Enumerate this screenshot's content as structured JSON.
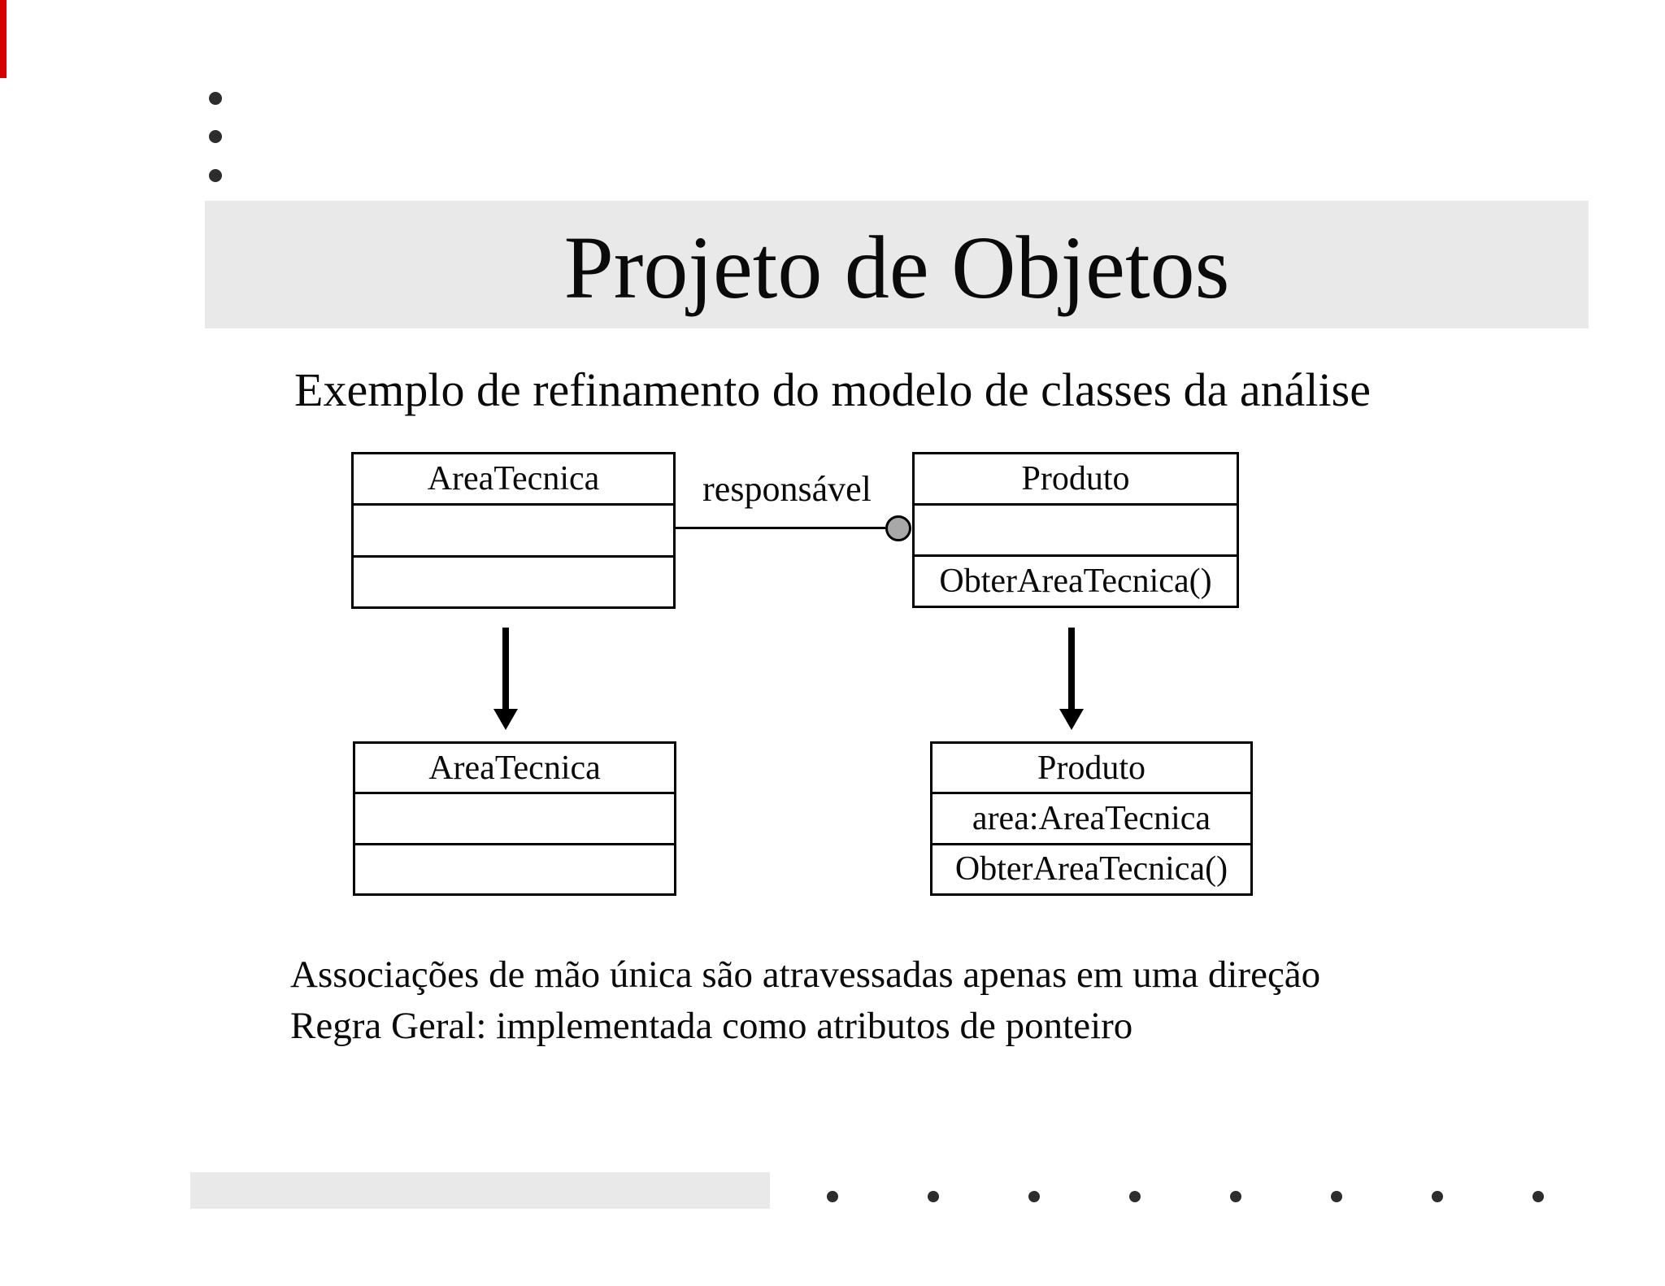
{
  "slide": {
    "title": "Projeto de Objetos",
    "subtitle": "Exemplo de refinamento do modelo de classes da análise",
    "notes_line1": "Associações de mão única são atravessadas apenas em uma direção",
    "notes_line2": "Regra Geral: implementada como atributos de ponteiro"
  },
  "diagram": {
    "association_label": "responsável",
    "analysis": {
      "area_tecnica": {
        "name": "AreaTecnica"
      },
      "produto": {
        "name": "Produto",
        "method": "ObterAreaTecnica()"
      }
    },
    "design": {
      "area_tecnica": {
        "name": "AreaTecnica"
      },
      "produto": {
        "name": "Produto",
        "attribute": "area:AreaTecnica",
        "method": "ObterAreaTecnica()"
      }
    }
  },
  "colors": {
    "banner_bg": "#e9e9e9",
    "accent_red": "#d60000",
    "dot": "#2d2d2d",
    "aggregation_circle_fill": "#a8a8a8"
  }
}
